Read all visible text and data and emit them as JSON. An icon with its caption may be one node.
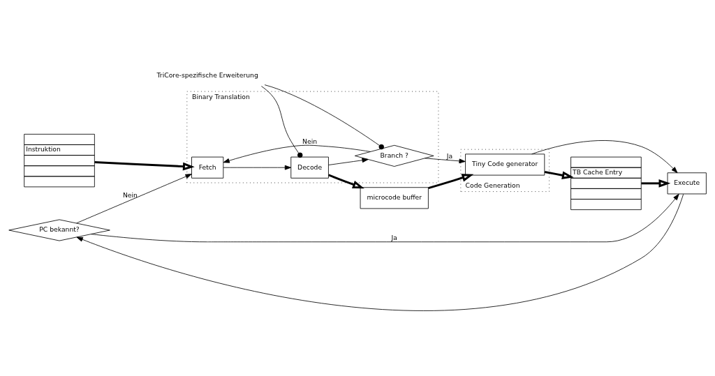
{
  "diagram": {
    "nodes": [
      {
        "text": [
          "TriCore-spezifische Erweiterung"
        ]
      },
      {
        "text": [
          "Binary Translation"
        ]
      },
      {
        "text": [
          "Fetch"
        ],
        "in": 1
      },
      {
        "text": [
          "Decode"
        ],
        "in": 1
      },
      {
        "text": [
          "Branch ?"
        ],
        "in": 1
      },
      {
        "text": [
          "PC bekannt?"
        ]
      },
      {
        "text": [
          "Execute"
        ]
      },
      {
        "text": [
          "Instruktion"
        ]
      },
      {
        "text": [
          "Code Generation"
        ]
      },
      {
        "text": [
          "microcode buffer"
        ]
      },
      {
        "text": [
          "Tiny Code generator"
        ],
        "in": 8
      },
      {
        "text": [
          "TB Cache Entry"
        ]
      }
    ],
    "edges": [
      {
        "from": 5,
        "to": 2,
        "arrow": "to",
        "label": "Nein"
      },
      {
        "from": 5,
        "to": 6,
        "arrow": "to",
        "label": "Ja"
      },
      {
        "from": 6,
        "to": 5,
        "arrow": "to"
      },
      {
        "from": 2,
        "to": 3,
        "arrow": "to"
      },
      {
        "from": 3,
        "to": 4,
        "arrow": "to"
      },
      {
        "from": 4,
        "to": 2,
        "arrow": "to",
        "label": "Nein"
      },
      {
        "from": 4,
        "to": 10,
        "arrow": "to",
        "label": "Ja"
      },
      {
        "from": 7,
        "to": 2,
        "arrow": "to",
        "style": "thick"
      },
      {
        "from": 3,
        "to": 9,
        "arrow": "to",
        "style": "thick"
      },
      {
        "from": 9,
        "to": 10,
        "arrow": "to",
        "style": "thick"
      },
      {
        "from": 10,
        "to": 11,
        "arrow": "to",
        "style": "thick"
      },
      {
        "from": 11,
        "to": 6,
        "arrow": "to",
        "style": "thick"
      },
      {
        "from": 10,
        "to": 6,
        "arrow": "to"
      },
      {
        "from": 0,
        "to": 3,
        "arrow": "other"
      },
      {
        "from": 0,
        "to": 4,
        "arrow": "other"
      }
    ]
  }
}
